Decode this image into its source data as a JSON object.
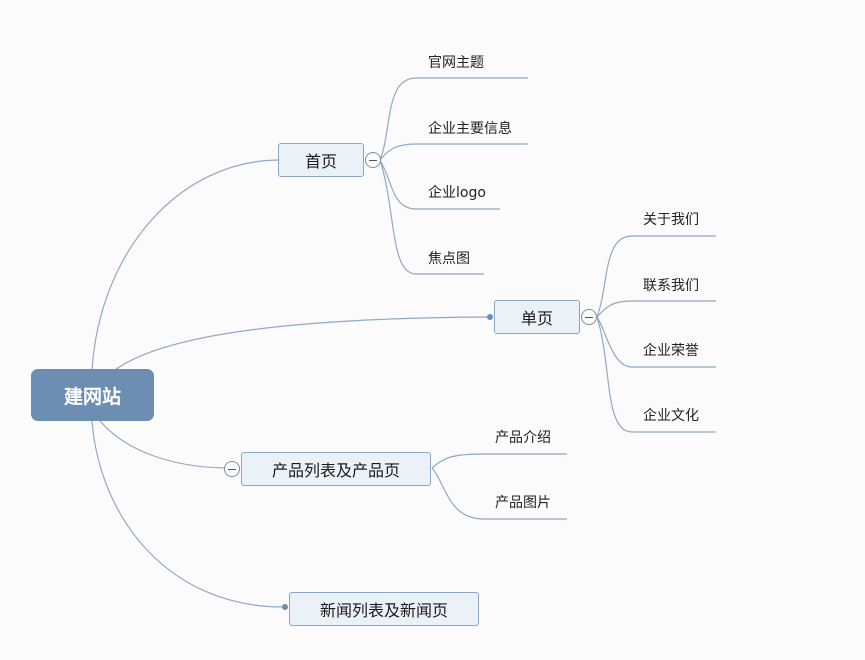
{
  "root": {
    "label": "建网站"
  },
  "colors": {
    "root_fill": "#6b8eb2",
    "topic_fill": "#eaf1f7",
    "topic_border": "#8aa6c2",
    "connector": "#8fa9c4",
    "leaf_line": "#8fa9c4"
  },
  "topics": [
    {
      "label": "首页",
      "collapse_icon": "minus-circle-icon",
      "children": [
        "官网主题",
        "企业主要信息",
        "企业logo",
        "焦点图"
      ]
    },
    {
      "label": "单页",
      "collapse_icon": "minus-circle-icon",
      "children": [
        "关于我们",
        "联系我们",
        "企业荣誉",
        "企业文化"
      ]
    },
    {
      "label": "产品列表及产品页",
      "collapse_icon": "minus-circle-icon",
      "children": [
        "产品介绍",
        "产品图片"
      ]
    },
    {
      "label": "新闻列表及新闻页",
      "children": []
    }
  ]
}
